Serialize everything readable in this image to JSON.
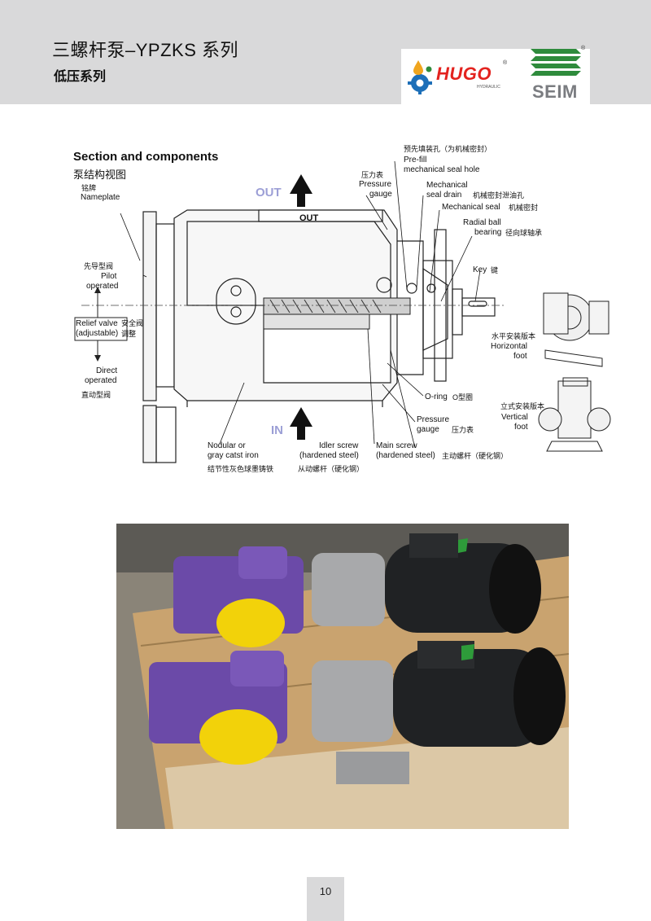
{
  "header": {
    "title": "三螺杆泵–YPZKS 系列",
    "subtitle": "低压系列"
  },
  "logos": {
    "hugo": {
      "name": "HUGO",
      "tagline": "HYDRAULIC",
      "mark": "®",
      "color": "#e3231f"
    },
    "seim": {
      "name": "SEIM",
      "mark": "®",
      "color": "#2e8b3c"
    }
  },
  "diagram": {
    "title_en": "Section and components",
    "title_cn": "泵结构视图",
    "flow_out": "OUT",
    "flow_in": "IN",
    "port_out": "OUT",
    "labels": {
      "nameplate_cn": "铭牌",
      "nameplate_en": "Nameplate",
      "pilot_cn": "先导型阀",
      "pilot_en_1": "Pilot",
      "pilot_en_2": "operated",
      "relief_en_1": "Relief valve",
      "relief_en_2": "(adjustable)",
      "relief_cn_1": "安全阀",
      "relief_cn_2": "调整",
      "direct_en_1": "Direct",
      "direct_en_2": "operated",
      "direct_cn": "直动型阀",
      "gauge_cn": "压力表",
      "gauge_en_1": "Pressure",
      "gauge_en_2": "gauge",
      "prefill_cn": "预先填装孔（为机械密封）",
      "prefill_en_1": "Pre-fill",
      "prefill_en_2": "mechanical seal hole",
      "drain_en_1": "Mechanical",
      "drain_en_2": "seal drain",
      "drain_cn": "机械密封泄油孔",
      "mseal_en": "Mechanical seal",
      "mseal_cn": "机械密封",
      "bearing_en_1": "Radial ball",
      "bearing_en_2": "bearing",
      "bearing_cn": "径向球轴承",
      "key_en": "Key",
      "key_cn": "键",
      "horiz_cn": "水平安装版本",
      "horiz_en_1": "Horizontal",
      "horiz_en_2": "foot",
      "vert_cn": "立式安装版本",
      "vert_en_1": "Vertical",
      "vert_en_2": "foot",
      "oring_en": "O-ring",
      "oring_cn": "O型圈",
      "pgauge_en_1": "Pressure",
      "pgauge_en_2": "gauge",
      "pgauge_cn": "压力表",
      "iron_en_1": "Nodular or",
      "iron_en_2": "gray catst iron",
      "iron_cn": "结节性灰色球墨铸铁",
      "idler_en_1": "Idler screw",
      "idler_en_2": "(hardened steel)",
      "idler_cn": "从动螺杆（硬化钢）",
      "main_en_1": "Main screw",
      "main_en_2": "(hardened steel)",
      "main_cn": "主动螺杆（硬化钢）"
    }
  },
  "footer": {
    "page": "10"
  }
}
